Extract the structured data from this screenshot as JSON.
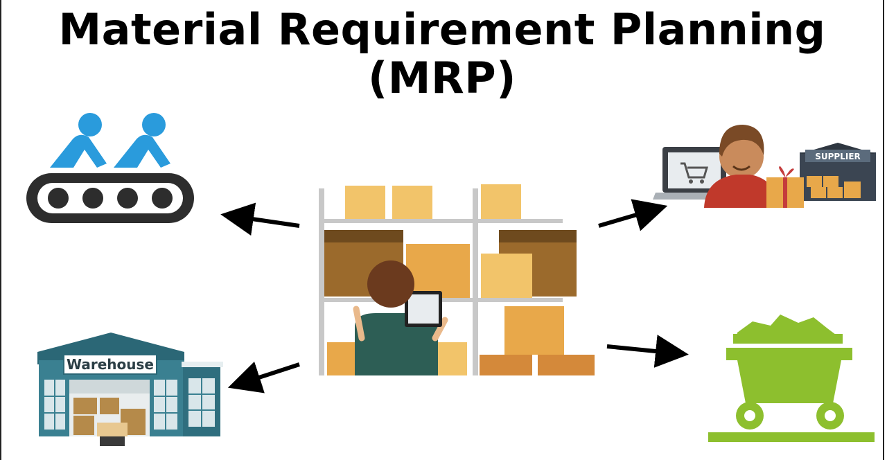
{
  "title": {
    "line1": "Material Requirement Planning",
    "line2": "(MRP)"
  },
  "nodes": {
    "warehouse_sign": "Warehouse",
    "supplier_sign": "SUPPLIER"
  },
  "icons": {
    "center": "warehouse-worker-shelves-icon",
    "production": "conveyor-workers-icon",
    "warehouse": "warehouse-building-icon",
    "supplier": "online-supplier-icon",
    "material": "mine-cart-icon",
    "arrow": "arrow-icon"
  },
  "colors": {
    "production_blue": "#2a9bdc",
    "conveyor_dark": "#2d2d2d",
    "warehouse_teal": "#2f6e7e",
    "cart_green": "#8dbf2e",
    "box_tan": "#e8a84a",
    "box_brown": "#9b6a2c"
  }
}
